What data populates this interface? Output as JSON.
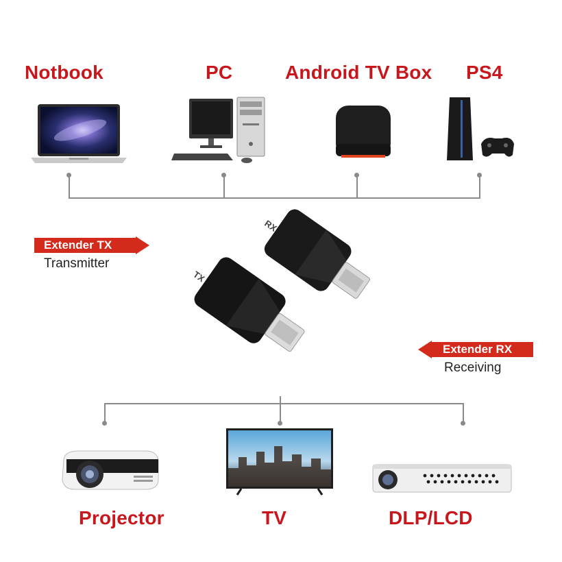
{
  "sources": {
    "notebook": "Notbook",
    "pc": "PC",
    "android_tv_box": "Android TV Box",
    "ps4": "PS4"
  },
  "transmitter": {
    "tag": "Extender TX",
    "sub": "Transmitter",
    "module_mark": "TX"
  },
  "receiver": {
    "tag": "Extender RX",
    "sub": "Receiving",
    "module_mark": "RX"
  },
  "sinks": {
    "projector": "Projector",
    "tv": "TV",
    "dlp_lcd": "DLP/LCD"
  },
  "colors": {
    "accent_red": "#c8161d",
    "connector_gray": "#8a8a8a",
    "module_black": "#1a1a1a"
  }
}
